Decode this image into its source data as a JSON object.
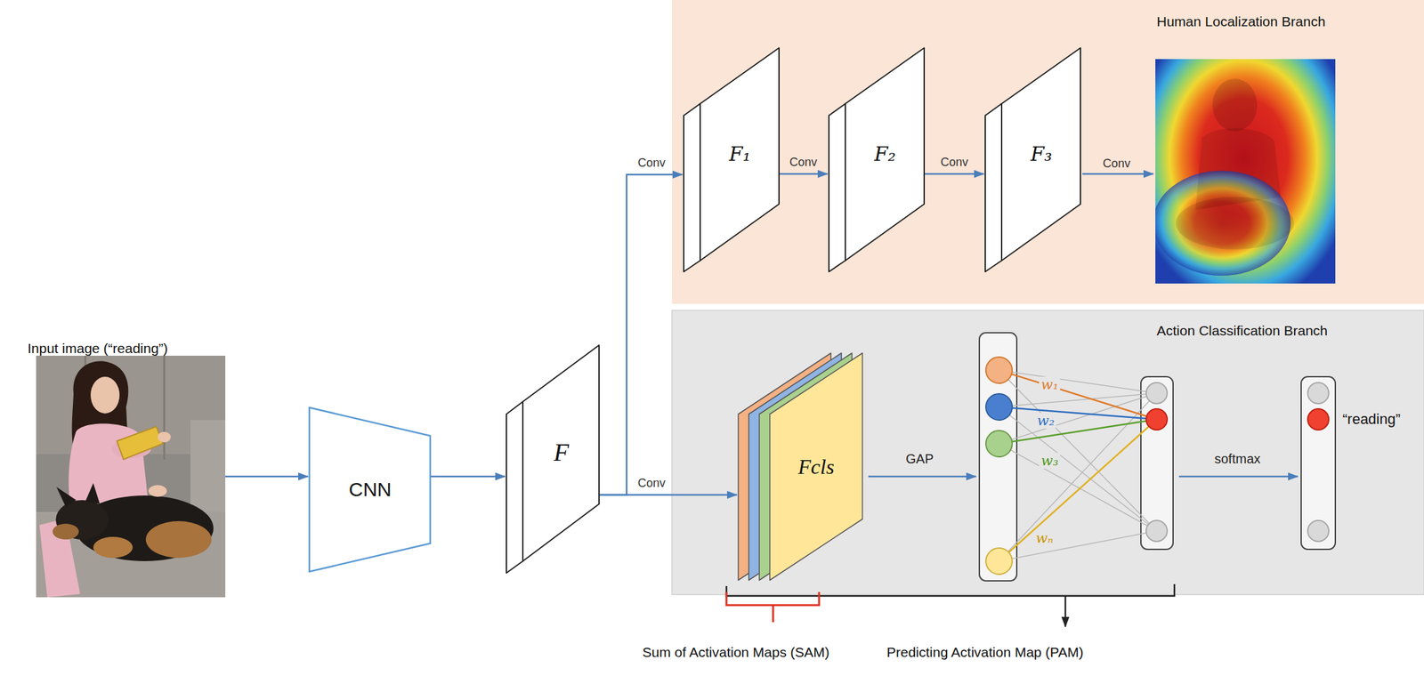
{
  "diagram": {
    "nodes": [
      {
        "text": [
          "Input image (“reading”)"
        ]
      },
      {
        "text": [
          "CNN"
        ]
      },
      {
        "text": [
          "F"
        ]
      },
      {
        "text": [
          "Human Localization Branch"
        ]
      },
      {
        "text": [
          "F₁"
        ],
        "in": 3
      },
      {
        "text": [
          "F₂"
        ],
        "in": 3
      },
      {
        "text": [
          "F₃"
        ],
        "in": 3
      },
      {
        "text": [
          "Action Classification Branch"
        ]
      },
      {
        "text": [
          "Fcls"
        ],
        "in": 7
      }
    ],
    "edges": [
      {
        "from": 0,
        "to": 1,
        "arrow": "to"
      },
      {
        "from": 1,
        "to": 2,
        "arrow": "to"
      },
      {
        "from": 2,
        "to": 4,
        "label": "Conv",
        "arrow": "to"
      },
      {
        "from": 2,
        "to": 8,
        "label": "Conv",
        "arrow": "to"
      },
      {
        "from": 4,
        "to": 5,
        "label": "Conv",
        "arrow": "to"
      },
      {
        "from": 5,
        "to": 6,
        "label": "Conv",
        "arrow": "to"
      }
    ],
    "labels": [
      "Conv",
      "GAP",
      "w₁",
      "w₂",
      "w₃",
      "wₙ",
      "softmax",
      "“reading”",
      "Sum of Activation Maps (SAM)",
      "Predicting Activation Map (PAM)"
    ]
  }
}
